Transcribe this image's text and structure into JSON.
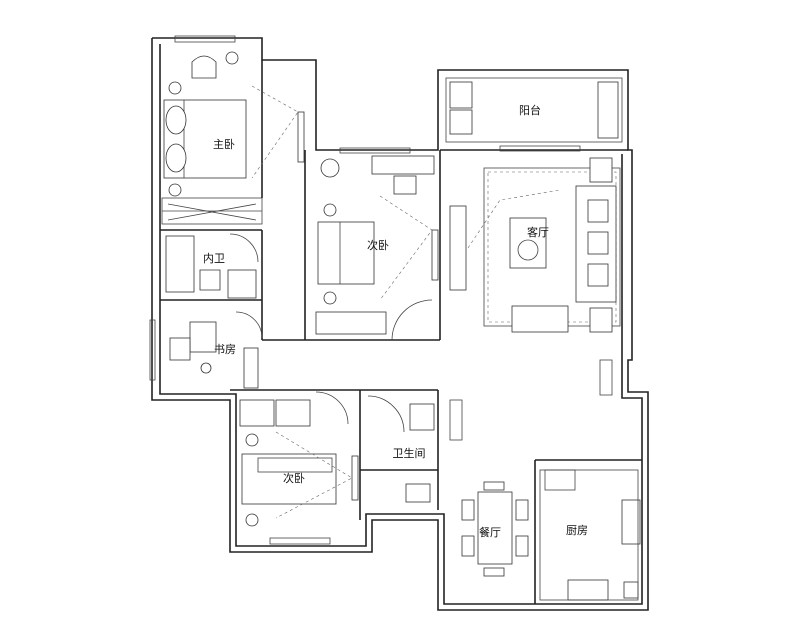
{
  "rooms": {
    "master_bedroom": "主卧",
    "balcony": "阳台",
    "second_bedroom_a": "次卧",
    "living_room": "客厅",
    "ensuite_bath": "内卫",
    "study": "书房",
    "bathroom": "卫生间",
    "second_bedroom_b": "次卧",
    "dining": "餐厅",
    "kitchen": "厨房"
  }
}
